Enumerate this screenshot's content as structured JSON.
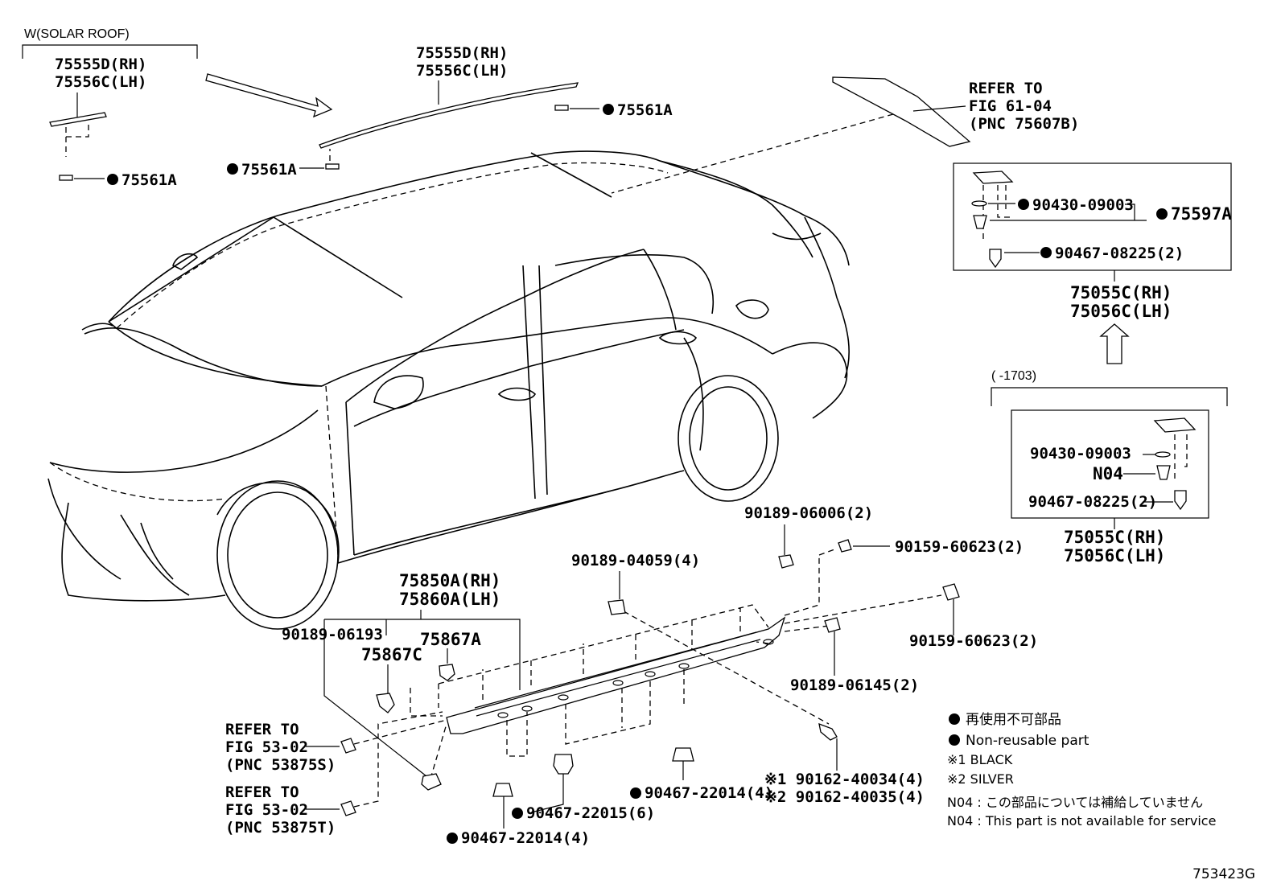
{
  "header": {
    "solar_roof_note": "W(SOLAR ROOF)"
  },
  "parts": {
    "roof_molding_solar_rh": "75555D(RH)",
    "roof_molding_solar_lh": "75556C(LH)",
    "roof_molding_rh": "75555D(RH)",
    "roof_molding_lh": "75556C(LH)",
    "clip_75561a": "75561A",
    "refer_fig_61_04": [
      "REFER TO",
      "FIG 61-04",
      "(PNC 75607B)"
    ],
    "box_90430_09003": "90430-09003",
    "box_75597a": "75597A",
    "box_90467_08225": "90467-08225(2)",
    "spoiler_75055c_rh": "75055C(RH)",
    "spoiler_75056c_lh": "75056C(LH)",
    "date_range": "(      -1703)",
    "box2_90430_09003": "90430-09003",
    "box2_n04": "N04",
    "box2_90467_08225": "90467-08225(2)",
    "spoiler2_75055c_rh": "75055C(RH)",
    "spoiler2_75056c_lh": "75056C(LH)",
    "rocker_75850a_rh": "75850A(RH)",
    "rocker_75860a_lh": "75860A(LH)",
    "p_90189_06193": "90189-06193",
    "p_75867c": "75867C",
    "p_75867a": "75867A",
    "p_90189_04059": "90189-04059(4)",
    "p_90189_06006": "90189-06006(2)",
    "p_90159_60623_top": "90159-60623(2)",
    "p_90159_60623_right": "90159-60623(2)",
    "p_90189_06145": "90189-06145(2)",
    "refer_fig_53_02_s": [
      "REFER TO",
      "FIG 53-02",
      "(PNC 53875S)"
    ],
    "refer_fig_53_02_t": [
      "REFER TO",
      "FIG 53-02",
      "(PNC 53875T)"
    ],
    "p_90467_22014_center": "90467-22014(4)",
    "p_90467_22015": "90467-22015(6)",
    "p_90467_22014_bottom": "90467-22014(4)",
    "p_90162_40034": "※1 90162-40034(4)",
    "p_90162_40035": "※2 90162-40035(4)"
  },
  "legend": {
    "jp_non_reusable": "再使用不可部品",
    "en_non_reusable": "Non-reusable part",
    "black": "※1 BLACK",
    "silver": "※2 SILVER",
    "n04_jp": "N04 : この部品については補給していません",
    "n04_en": "N04 : This part is not available for service"
  },
  "figure_id": "753423G"
}
